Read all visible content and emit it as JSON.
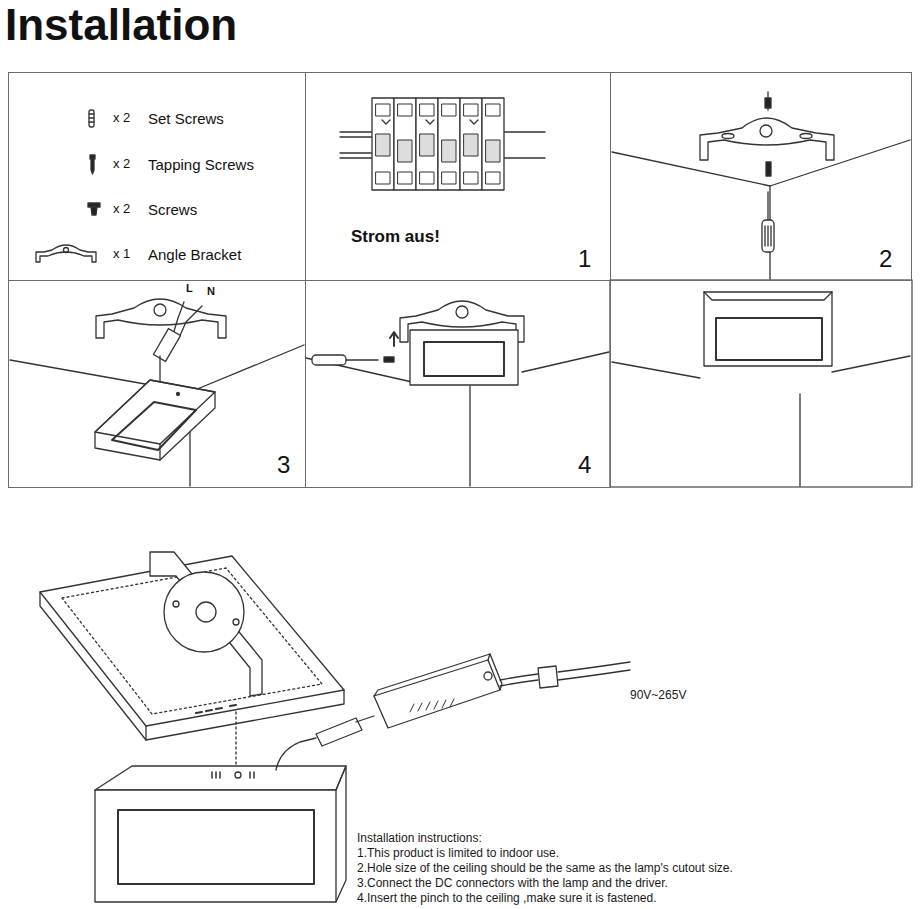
{
  "diagram": {
    "title": "Installation",
    "nodes": [
      {
        "text": [
          "x 2",
          "Set Screws",
          "x 2",
          "Tapping Screws",
          "x 2",
          "Screws",
          "x 1",
          "Angle Bracket"
        ]
      },
      {
        "text": [
          "Strom aus!",
          "1"
        ]
      },
      {
        "text": [
          "2"
        ]
      },
      {
        "text": [
          "L",
          "N",
          "3"
        ]
      },
      {
        "text": [
          "4"
        ]
      }
    ],
    "labels": [
      "90V~265V",
      "Installation instructions:",
      "1.This product is limited to indoor use.",
      "2.Hole size of the ceiling should be the same as the lamp's cutout size.",
      "3.Connect the DC connectors with the lamp and the driver.",
      "4.Insert the pinch to the ceiling ,make sure it is fastened."
    ]
  }
}
